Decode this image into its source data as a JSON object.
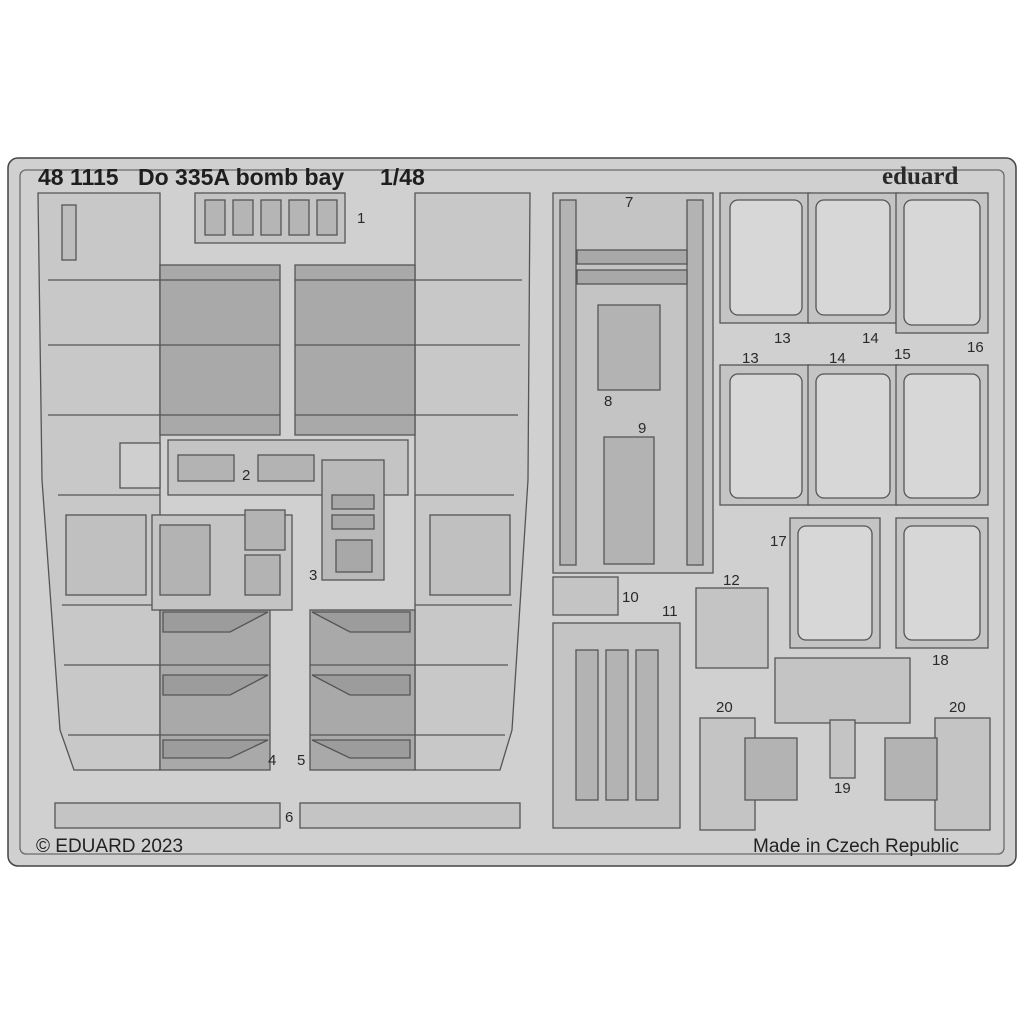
{
  "sheet": {
    "set_number": "48 1115",
    "title": "Do 335A bomb bay",
    "scale": "1/48",
    "brand": "eduard",
    "copyright": "© EDUARD 2023",
    "origin": "Made in Czech Republic",
    "colors": {
      "frame": "#d0d0d0",
      "part": "#c4c4c4",
      "shade": "#a9a9a9",
      "line": "#555555"
    }
  },
  "part_numbers": {
    "p1": "1",
    "p2": "2",
    "p3": "3",
    "p4": "4",
    "p5": "5",
    "p6": "6",
    "p7": "7",
    "p8": "8",
    "p9": "9",
    "p10": "10",
    "p11": "11",
    "p12": "12",
    "p13a": "13",
    "p14a": "14",
    "p16": "16",
    "p13b": "13",
    "p14b": "14",
    "p15": "15",
    "p17": "17",
    "p18": "18",
    "p19": "19",
    "p20a": "20",
    "p20b": "20"
  }
}
